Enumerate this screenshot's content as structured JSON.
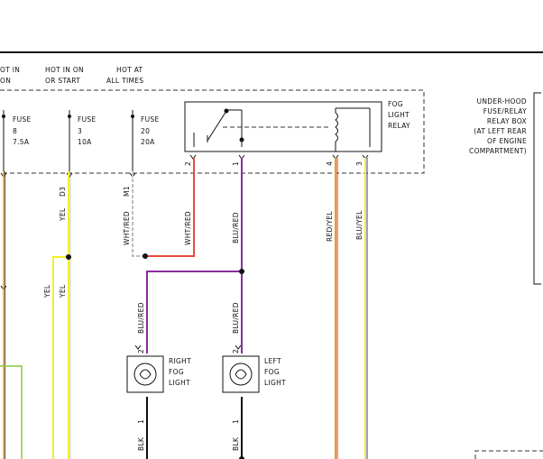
{
  "headers": [
    {
      "line1": "OT IN",
      "line2": "ON"
    },
    {
      "line1": "HOT IN ON",
      "line2": "OR START"
    },
    {
      "line1": "HOT AT",
      "line2": "ALL TIMES"
    }
  ],
  "fuses": [
    {
      "label": "FUSE",
      "number": "8",
      "rating": "7.5A"
    },
    {
      "label": "FUSE",
      "number": "3",
      "rating": "10A"
    },
    {
      "label": "FUSE",
      "number": "20",
      "rating": "20A"
    }
  ],
  "relay": {
    "label_lines": [
      "FOG",
      "LIGHT",
      "RELAY"
    ]
  },
  "relay_box": {
    "label_lines": [
      "UNDER-HOOD",
      "FUSE/RELAY",
      "RELAY BOX",
      "(AT LEFT REAR",
      "OF ENGINE",
      "COMPARTMENT)"
    ]
  },
  "relay_pins": [
    "2",
    "1",
    "4",
    "3"
  ],
  "connectors": [
    "D3",
    "M1"
  ],
  "wires": {
    "yel_a": "YEL",
    "yel_b": "YEL",
    "yel_c": "YEL",
    "wht_red_a": "WHT/RED",
    "wht_red_b": "WHT/RED",
    "blu_red_top": "BLU/RED",
    "blu_red_right": "BLU/RED",
    "blu_red_left": "BLU/RED",
    "red_yel": "RED/YEL",
    "blu_yel": "BLU/YEL",
    "blk_right": "BLK",
    "blk_left": "BLK"
  },
  "lamps": [
    {
      "label_lines": [
        "RIGHT",
        "FOG",
        "LIGHT"
      ],
      "pin_top": "2",
      "pin_bottom": "1"
    },
    {
      "label_lines": [
        "LEFT",
        "FOG",
        "LIGHT"
      ],
      "pin_top": "2",
      "pin_bottom": "1"
    }
  ],
  "colors": {
    "orange": "#f39a1e",
    "yellow": "#f2ef2a",
    "green": "#8cc83c",
    "red": "#e8483c",
    "purple": "#8a2c9c",
    "blue": "#3a3ad0",
    "gray": "#bdbdbd"
  }
}
